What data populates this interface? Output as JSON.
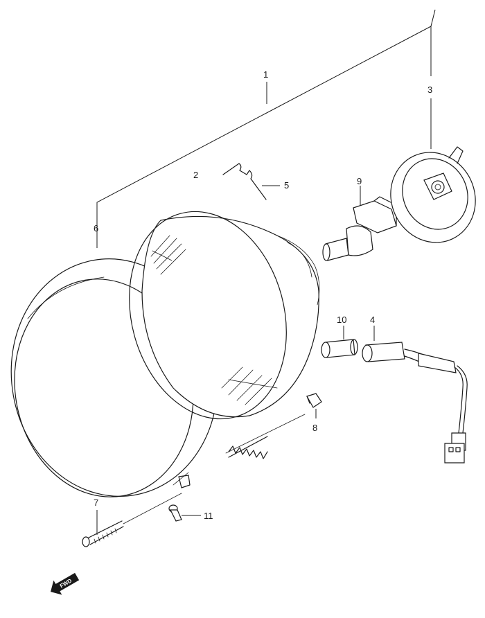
{
  "callouts": [
    {
      "id": "1",
      "label": "1"
    },
    {
      "id": "2",
      "label": "2"
    },
    {
      "id": "3",
      "label": "3"
    },
    {
      "id": "4",
      "label": "4"
    },
    {
      "id": "5",
      "label": "5"
    },
    {
      "id": "6",
      "label": "6"
    },
    {
      "id": "7",
      "label": "7"
    },
    {
      "id": "8",
      "label": "8"
    },
    {
      "id": "9",
      "label": "9"
    },
    {
      "id": "10",
      "label": "10"
    },
    {
      "id": "11",
      "label": "11"
    }
  ],
  "direction_badge": {
    "text": "FWD"
  },
  "colors": {
    "line": "#1a1a1a",
    "background": "#ffffff"
  }
}
